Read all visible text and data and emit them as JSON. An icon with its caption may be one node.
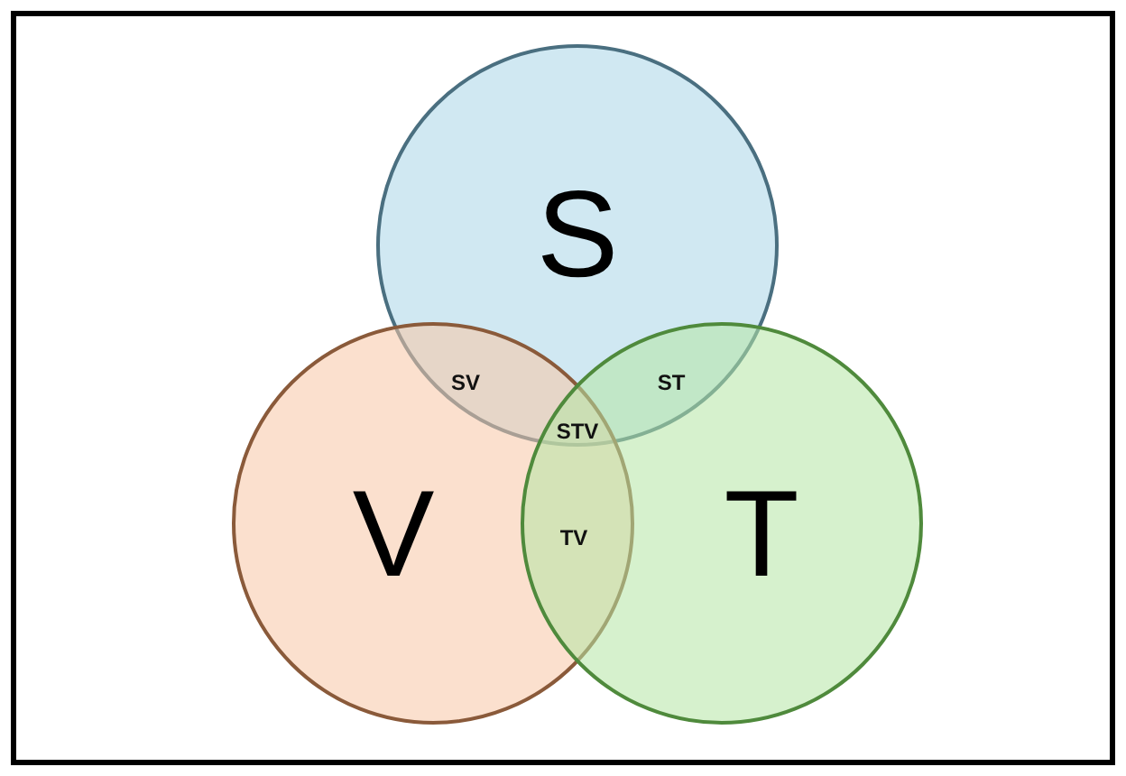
{
  "diagram": {
    "nodes": [
      {
        "text": [
          "S"
        ]
      },
      {
        "text": [
          "V"
        ]
      },
      {
        "text": [
          "T"
        ]
      }
    ],
    "labels": [
      "SV",
      "ST",
      "STV",
      "TV"
    ]
  }
}
